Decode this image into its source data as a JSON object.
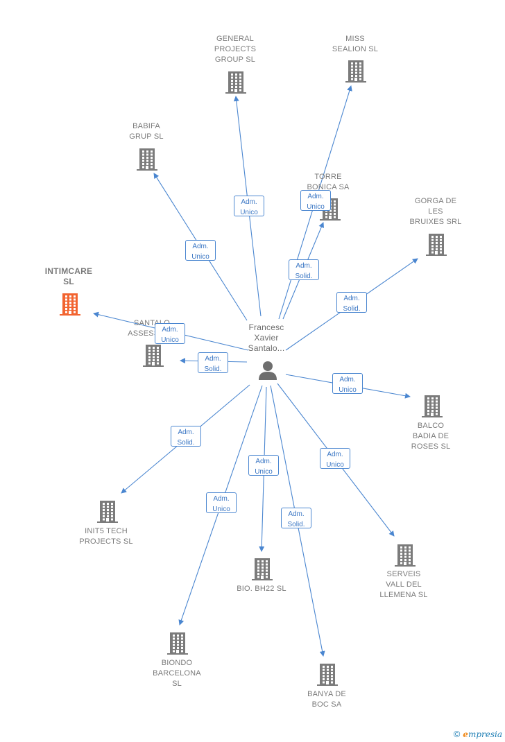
{
  "center": {
    "name": "Francesc\nXavier\nSantalo..."
  },
  "companies": [
    {
      "id": "general-projects",
      "name": "GENERAL\nPROJECTS\nGROUP  SL",
      "focus": false
    },
    {
      "id": "miss-sealion",
      "name": "MISS\nSEALION  SL",
      "focus": false
    },
    {
      "id": "babifa",
      "name": "BABIFA\nGRUP SL",
      "focus": false
    },
    {
      "id": "torre-bonica",
      "name": "TORRE\nBONICA SA",
      "focus": false
    },
    {
      "id": "gorga-bruixes",
      "name": "GORGA DE\nLES\nBRUIXES SRL",
      "focus": false
    },
    {
      "id": "intimcare",
      "name": "INTIMCARE\nSL",
      "focus": true
    },
    {
      "id": "santalo-assessors",
      "name": "SANTALO\nASSESSORS",
      "focus": false
    },
    {
      "id": "balco-badia",
      "name": "BALCO\nBADIA DE\nROSES  SL",
      "focus": false
    },
    {
      "id": "init5",
      "name": "INIT5 TECH\nPROJECTS  SL",
      "focus": false
    },
    {
      "id": "bio-bh22",
      "name": "BIO. BH22  SL",
      "focus": false
    },
    {
      "id": "serveis-vall",
      "name": "SERVEIS\nVALL DEL\nLLEMENA  SL",
      "focus": false
    },
    {
      "id": "biondo",
      "name": "BIONDO\nBARCELONA\nSL",
      "focus": false
    },
    {
      "id": "banya-boc",
      "name": "BANYA DE\nBOC SA",
      "focus": false
    }
  ],
  "roles": [
    {
      "to": "general-projects",
      "text": "Adm.\nUnico"
    },
    {
      "to": "miss-sealion",
      "text": "Adm.\nUnico"
    },
    {
      "to": "babifa",
      "text": "Adm.\nUnico"
    },
    {
      "to": "torre-bonica",
      "text": "Adm.\nSolid."
    },
    {
      "to": "gorga-bruixes",
      "text": "Adm.\nSolid."
    },
    {
      "to": "intimcare",
      "text": "Adm.\nUnico"
    },
    {
      "to": "santalo-assessors",
      "text": "Adm.\nSolid."
    },
    {
      "to": "balco-badia",
      "text": "Adm.\nUnico"
    },
    {
      "to": "init5",
      "text": "Adm.\nSolid."
    },
    {
      "to": "bio-bh22",
      "text": "Adm.\nUnico"
    },
    {
      "to": "serveis-vall",
      "text": "Adm.\nUnico"
    },
    {
      "to": "biondo",
      "text": "Adm.\nUnico"
    },
    {
      "to": "banya-boc",
      "text": "Adm.\nSolid."
    }
  ],
  "colors": {
    "edge": "#4a86d0",
    "building": "#7b7b7b",
    "focus_building": "#f26430",
    "person": "#6e6e6e"
  },
  "footer": {
    "copyright": "©",
    "brand_e": "e",
    "brand_rest": "mpresia"
  }
}
